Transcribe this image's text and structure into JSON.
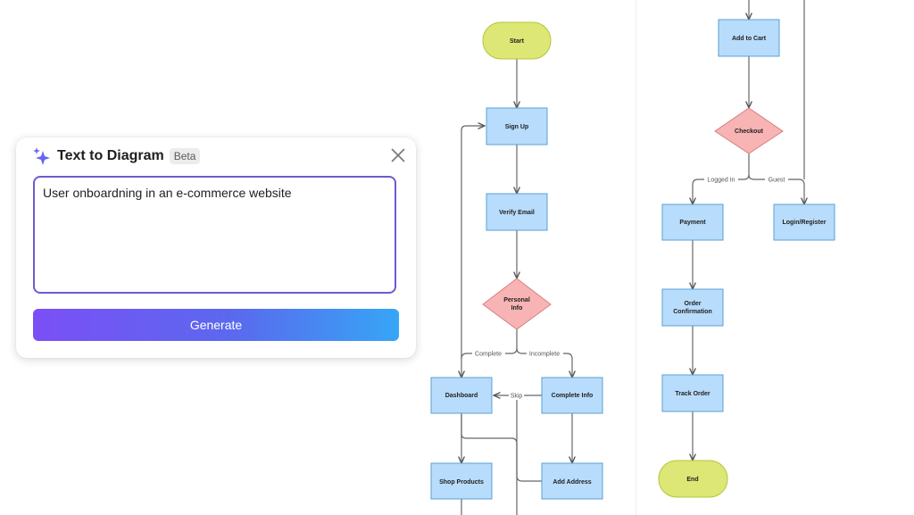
{
  "dialog": {
    "title": "Text to Diagram",
    "badge": "Beta",
    "prompt_value": "User onboardning in an e-commerce website",
    "generate_label": "Generate",
    "accent_color": "#6b5bd1",
    "icons": {
      "title": "sparkle-icon",
      "close": "close-icon"
    }
  },
  "flowchart": {
    "colors": {
      "terminal": "#dce775",
      "process": "#b8dcfb",
      "decision": "#f8b4b4"
    },
    "nodes": {
      "start": "Start",
      "sign_up": "Sign Up",
      "verify_email": "Verify Email",
      "personal_info": [
        "Personal",
        "Info"
      ],
      "dashboard": "Dashboard",
      "complete_info": "Complete Info",
      "shop_products": "Shop Products",
      "add_address": "Add Address",
      "add_to_cart": "Add to Cart",
      "checkout": "Checkout",
      "payment": "Payment",
      "login_register": "Login/Register",
      "order_confirmation": [
        "Order",
        "Confirmation"
      ],
      "track_order": "Track Order",
      "end": "End"
    },
    "edge_labels": {
      "complete": "Complete",
      "incomplete": "Incomplete",
      "skip": "Skip",
      "logged_in": "Logged In",
      "guest": "Guest"
    }
  }
}
